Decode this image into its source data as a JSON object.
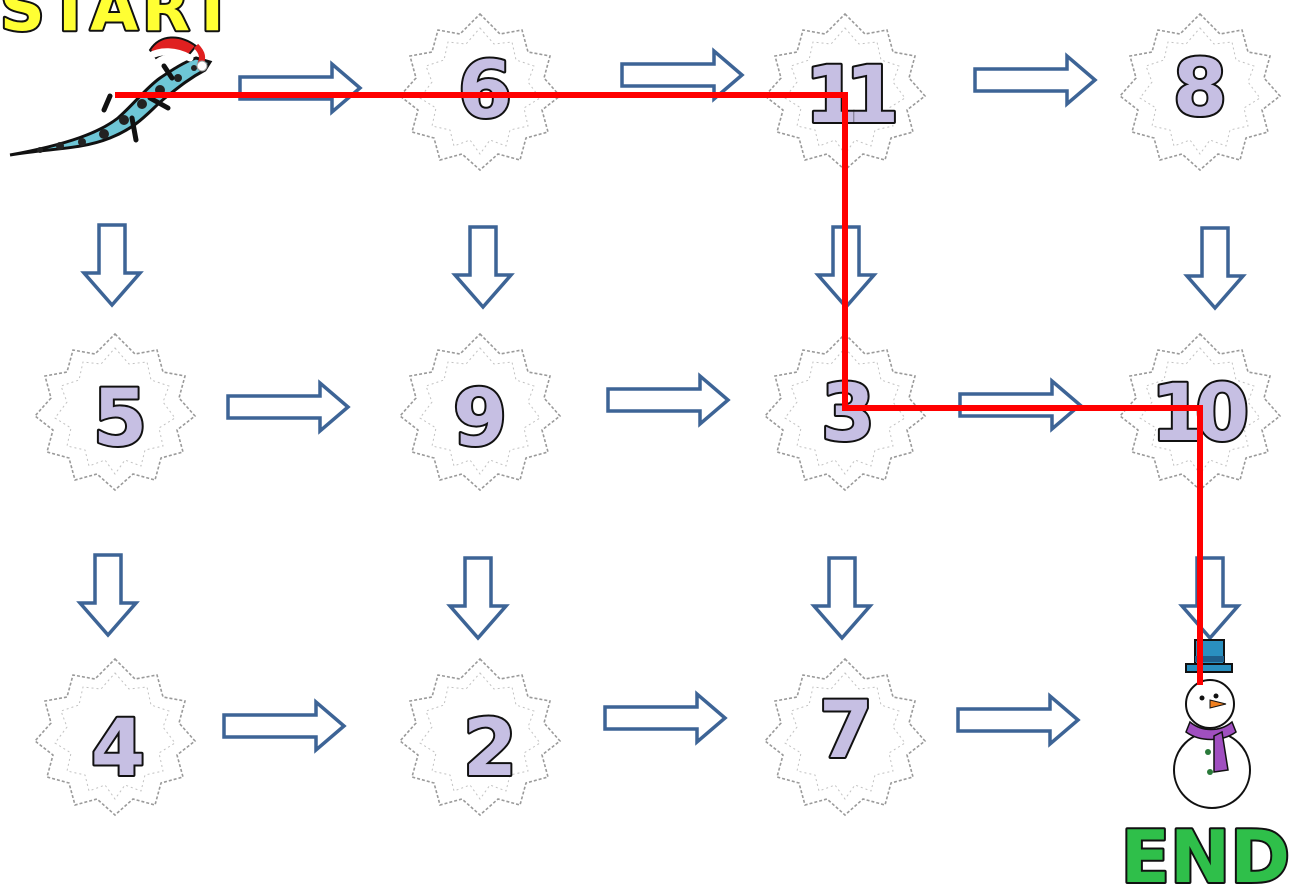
{
  "start_label": "START",
  "end_label": "END",
  "colors": {
    "arrow_stroke": "#3d6496",
    "path_line": "#ff0000",
    "number_fill": "#c6bfe3",
    "number_stroke": "#111111",
    "start_fill": "#ffff33",
    "end_fill": "#2fbf4a",
    "snowflake_stroke": "#9a9a9a"
  },
  "grid": [
    [
      "start",
      "6",
      "11",
      "8"
    ],
    [
      "5",
      "9",
      "3",
      "10"
    ],
    [
      "4",
      "2",
      "7",
      "end"
    ]
  ],
  "solution_path": [
    "start",
    "6",
    "11",
    "3",
    "10",
    "end"
  ],
  "icons": {
    "start": "lizard-with-santa-hat-icon",
    "end": "snowman-icon"
  }
}
